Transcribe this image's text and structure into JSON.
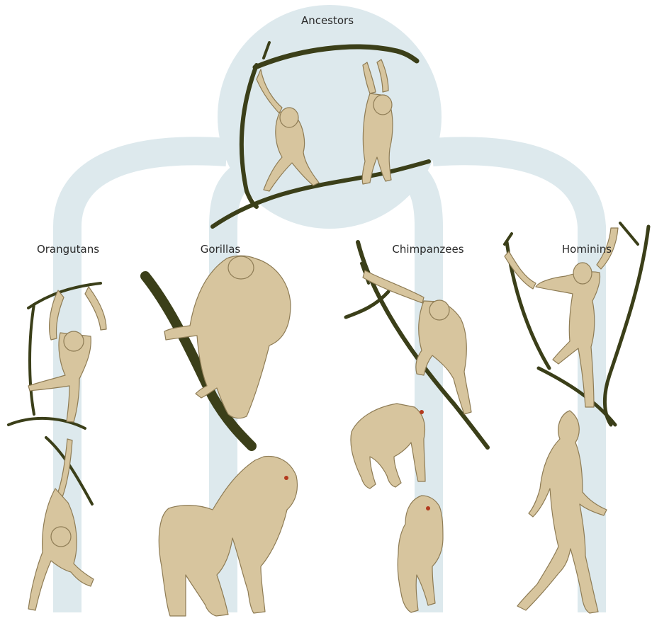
{
  "diagram": {
    "ancestors": {
      "label": "Ancestors"
    },
    "groups": [
      {
        "id": "orangutans",
        "label": "Orangutans"
      },
      {
        "id": "gorillas",
        "label": "Gorillas"
      },
      {
        "id": "chimpanzees",
        "label": "Chimpanzees"
      },
      {
        "id": "hominins",
        "label": "Hominins"
      }
    ]
  },
  "colors": {
    "tree": "#dde9ed",
    "branch": "#3b3f19",
    "figure": "#d7c59e",
    "figure_outline": "#8e7c55",
    "eye": "#b33a1e"
  }
}
